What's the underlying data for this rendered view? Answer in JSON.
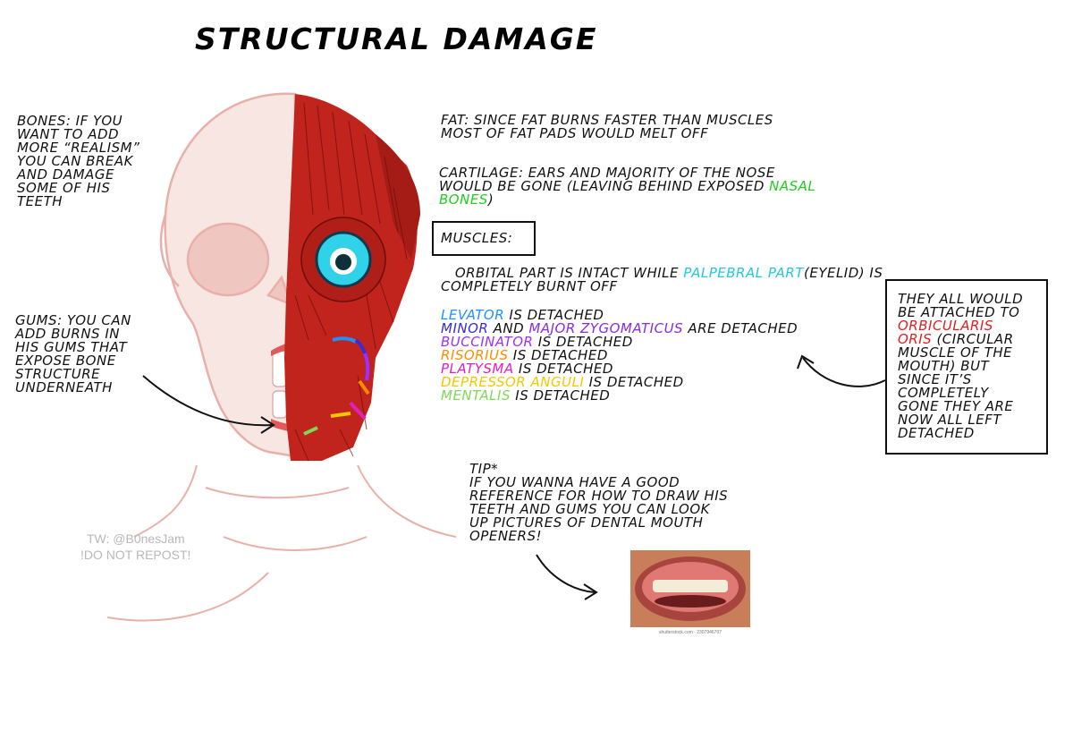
{
  "title": "STRUCTURAL DAMAGE",
  "bones_note": [
    "BONES: IF YOU",
    "WANT TO ADD",
    "MORE “REALISM”",
    "YOU CAN BREAK",
    "AND DAMAGE",
    "SOME OF HIS",
    "TEETH"
  ],
  "gums_note": [
    "GUMS: YOU CAN",
    "ADD BURNS IN",
    "HIS GUMS THAT",
    "EXPOSE BONE",
    "STRUCTURE",
    "UNDERNEATH"
  ],
  "fat_note": [
    "FAT: SINCE FAT BURNS FASTER THAN MUSCLES",
    "MOST OF FAT PADS WOULD MELT OFF"
  ],
  "cartilage_note": {
    "line1": "CARTILAGE: EARS AND MAJORITY OF THE NOSE",
    "line2_prefix": "WOULD BE GONE (LEAVING BEHIND EXPOSED ",
    "line2_colored": "NASAL",
    "line3_colored": "BONES",
    "line3_suffix": ")"
  },
  "muscles_heading": "MUSCLES:",
  "orbital_note": {
    "prefix": "ORBITAL PART IS INTACT WHILE ",
    "colored": "PALPEBRAL PART",
    "suffix": "(EYELID) IS",
    "line2": "COMPLETELY BURNT OFF"
  },
  "muscle_list": [
    {
      "name": "LEVATOR",
      "rest": " IS DETACHED",
      "color": "#1e90ff"
    },
    {
      "name": "MINOR",
      "mid": " AND ",
      "name2": "MAJOR ZYGOMATICUS",
      "rest": " ARE DETACHED",
      "color": "#3b2bd6",
      "color2": "#8a2be2"
    },
    {
      "name": "BUCCINATOR",
      "rest": " IS DETACHED",
      "color": "#9b30ff"
    },
    {
      "name": "RISORIUS",
      "rest": " IS DETACHED",
      "color": "#ff8c00"
    },
    {
      "name": "PLATYSMA",
      "rest": " IS DETACHED",
      "color": "#e020c0"
    },
    {
      "name": "DEPRESSOR ANGULI",
      "rest": " IS DETACHED",
      "color": "#f0c800"
    },
    {
      "name": "MENTALIS",
      "rest": " IS DETACHED",
      "color": "#7ed957"
    }
  ],
  "orbicularis_note": {
    "line1": "THEY ALL WOULD",
    "line2": "BE ATTACHED TO",
    "colored1": "ORBICULARIS",
    "colored2": "ORIS",
    "line4_suffix": " (CIRCULAR",
    "rest": [
      "MUSCLE OF THE",
      "MOUTH) BUT",
      "SINCE IT’S",
      "COMPLETELY",
      "GONE THEY ARE",
      "NOW ALL LEFT",
      "DETACHED"
    ]
  },
  "tip_note": [
    "TIP*",
    "IF YOU WANNA HAVE A GOOD",
    "REFERENCE FOR HOW TO DRAW HIS",
    "TEETH AND GUMS YOU CAN LOOK",
    "UP PICTURES OF DENTAL MOUTH",
    "OPENERS!"
  ],
  "watermark": [
    "TW: @B0nesJam",
    "!DO NOT REPOST!"
  ],
  "photo_credit": "shutterstock.com · 2307946707",
  "colors": {
    "nasal": "#22cc22",
    "palpebral": "#22c8d8",
    "orbicularis": "#e02020",
    "muscle": "#c0241c",
    "skull_line": "#e8b0a8",
    "skull_fill": "#f6e0dc",
    "eye": "#2fd2e8"
  }
}
